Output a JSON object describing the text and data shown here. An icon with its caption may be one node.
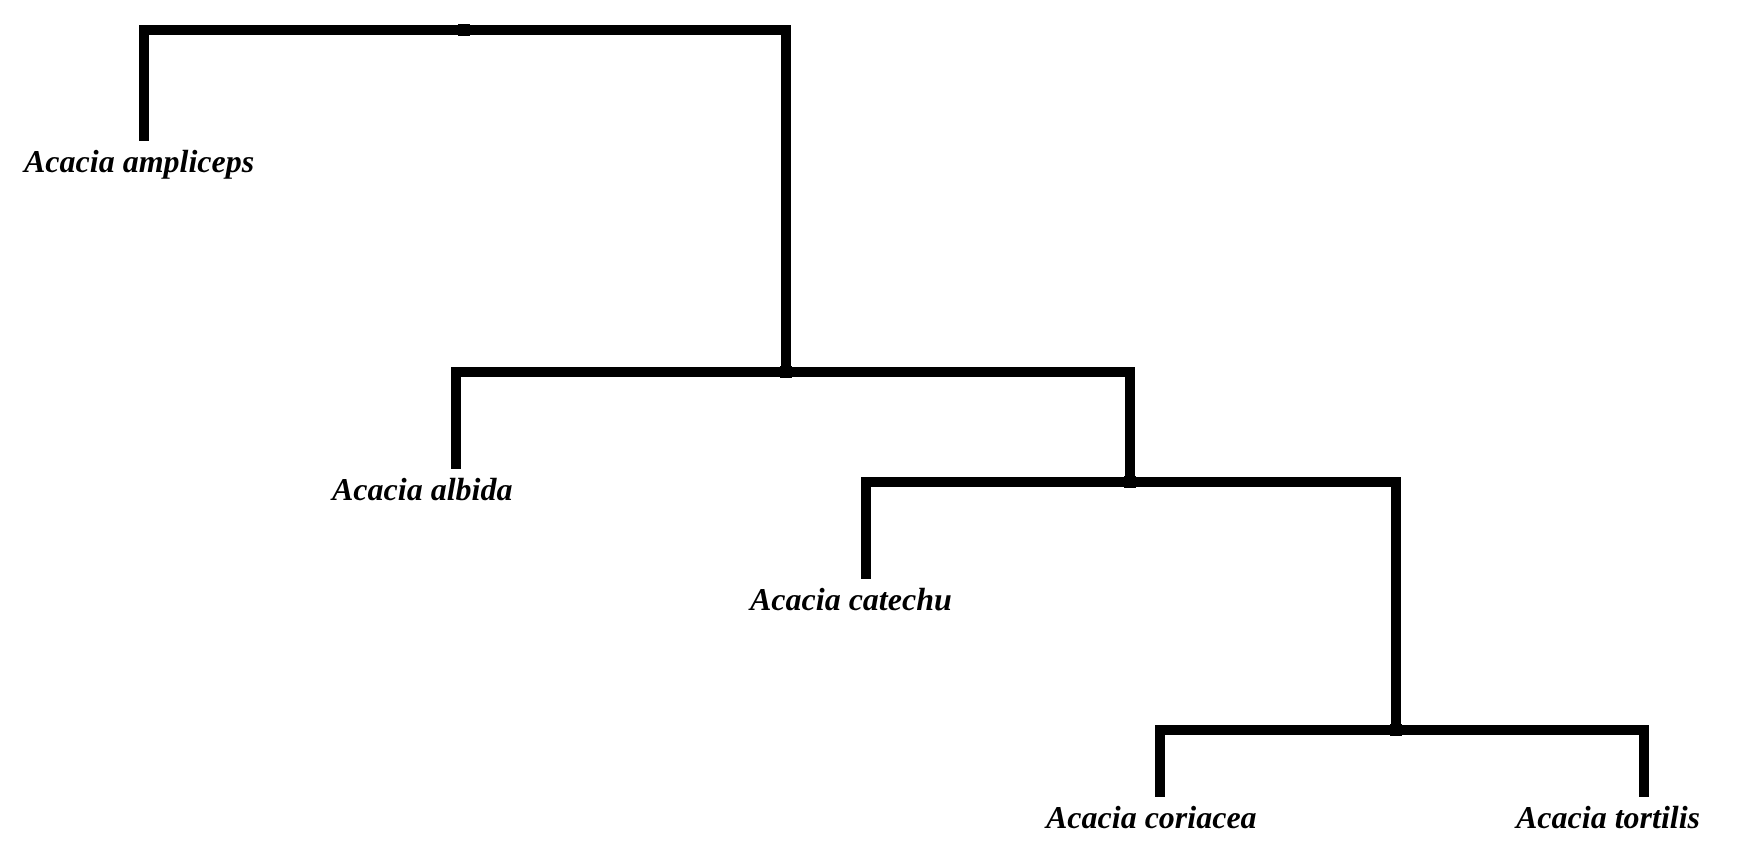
{
  "diagram": {
    "nodes": [
      {
        "text": [],
        "shape": "point"
      },
      {
        "text": [
          "Acacia ampliceps"
        ]
      },
      {
        "text": [],
        "shape": "point"
      },
      {
        "text": [
          "Acacia albida"
        ]
      },
      {
        "text": [],
        "shape": "point"
      },
      {
        "text": [
          "Acacia catechu"
        ]
      },
      {
        "text": [],
        "shape": "point"
      },
      {
        "text": [
          "Acacia coriacea"
        ]
      },
      {
        "text": [
          "Acacia tortilis"
        ]
      }
    ],
    "edges": [
      {
        "from": 0,
        "to": 1,
        "arrow": "none"
      },
      {
        "from": 0,
        "to": 2,
        "arrow": "none"
      },
      {
        "from": 2,
        "to": 3,
        "arrow": "none"
      },
      {
        "from": 2,
        "to": 4,
        "arrow": "none"
      },
      {
        "from": 4,
        "to": 5,
        "arrow": "none"
      },
      {
        "from": 4,
        "to": 6,
        "arrow": "none"
      },
      {
        "from": 6,
        "to": 7,
        "arrow": "none"
      },
      {
        "from": 6,
        "to": 8,
        "arrow": "none"
      }
    ]
  }
}
